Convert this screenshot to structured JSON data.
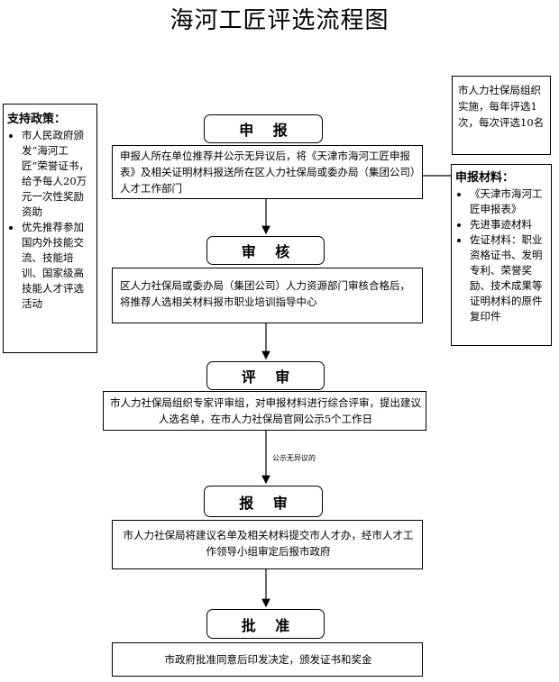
{
  "title": "海河工匠评选流程图",
  "steps": [
    {
      "label": "申 报",
      "desc": "申报人所在单位推荐并公示无异议后，将《天津市海河工匠申报表》及相关证明材料报送所在区人力社保局或委办局（集团公司）人才工作部门"
    },
    {
      "label": "审 核",
      "desc": "区人力社保局或委办局（集团公司）人力资源部门审核合格后，将推荐人选相关材料报市职业培训指导中心"
    },
    {
      "label": "评 审",
      "desc": "市人力社保局组织专家评审组，对申报材料进行综合评审，提出建议人选名单，在市人力社保局官网公示5个工作日"
    },
    {
      "label": "报 审",
      "desc": "市人力社保局将建议名单及相关材料提交市人才办，经市人才工作领导小组审定后报市政府"
    },
    {
      "label": "批 准",
      "desc": "市政府批准同意后印发决定，颁发证书和奖金"
    }
  ],
  "arrow_note": "公示无异议的",
  "support_policy": {
    "title": "支持政策：",
    "items": [
      "市人民政府颁发“海河工匠”荣誉证书，给予每人20万元一次性奖励资助",
      "优先推荐参加国内外技能交流、技能培训、国家级高技能人才评选活动"
    ]
  },
  "organizer_note": "市人力社保局组织实施，每年评选1次，每次评选10名",
  "materials": {
    "title": "申报材料：",
    "items": [
      "《天津市海河工匠申报表》",
      "先进事迹材料",
      "佐证材料：职业资格证书、发明专利、荣誉奖励、技术成果等证明材料的原件复印件"
    ]
  }
}
